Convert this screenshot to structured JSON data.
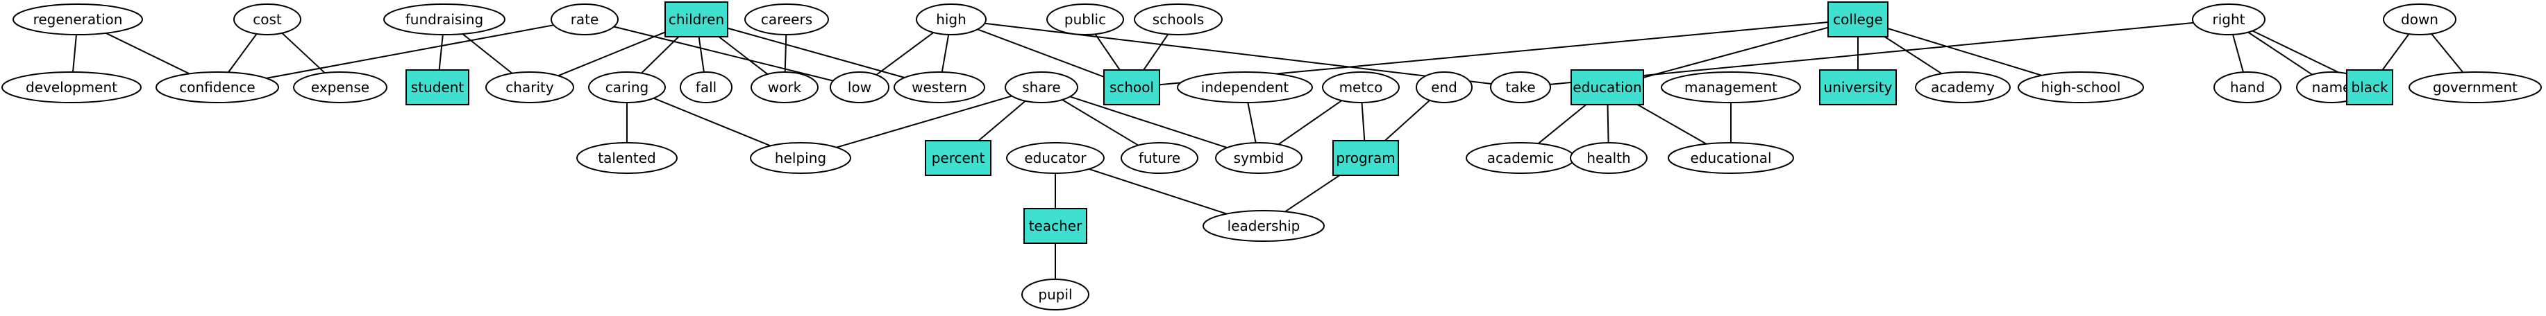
{
  "graph": {
    "nodes": [
      {
        "id": "regeneration",
        "label": "regeneration",
        "shape": "ellipse"
      },
      {
        "id": "cost",
        "label": "cost",
        "shape": "ellipse"
      },
      {
        "id": "fundraising",
        "label": "fundraising",
        "shape": "ellipse"
      },
      {
        "id": "rate",
        "label": "rate",
        "shape": "ellipse"
      },
      {
        "id": "children",
        "label": "children",
        "shape": "box"
      },
      {
        "id": "careers",
        "label": "careers",
        "shape": "ellipse"
      },
      {
        "id": "high",
        "label": "high",
        "shape": "ellipse"
      },
      {
        "id": "public",
        "label": "public",
        "shape": "ellipse"
      },
      {
        "id": "schools",
        "label": "schools",
        "shape": "ellipse"
      },
      {
        "id": "college",
        "label": "college",
        "shape": "box"
      },
      {
        "id": "right",
        "label": "right",
        "shape": "ellipse"
      },
      {
        "id": "down",
        "label": "down",
        "shape": "ellipse"
      },
      {
        "id": "development",
        "label": "development",
        "shape": "ellipse"
      },
      {
        "id": "confidence",
        "label": "confidence",
        "shape": "ellipse"
      },
      {
        "id": "expense",
        "label": "expense",
        "shape": "ellipse"
      },
      {
        "id": "student",
        "label": "student",
        "shape": "box"
      },
      {
        "id": "charity",
        "label": "charity",
        "shape": "ellipse"
      },
      {
        "id": "caring",
        "label": "caring",
        "shape": "ellipse"
      },
      {
        "id": "fall",
        "label": "fall",
        "shape": "ellipse"
      },
      {
        "id": "work",
        "label": "work",
        "shape": "ellipse"
      },
      {
        "id": "low",
        "label": "low",
        "shape": "ellipse"
      },
      {
        "id": "western",
        "label": "western",
        "shape": "ellipse"
      },
      {
        "id": "share",
        "label": "share",
        "shape": "ellipse"
      },
      {
        "id": "school",
        "label": "school",
        "shape": "box"
      },
      {
        "id": "independent",
        "label": "independent",
        "shape": "ellipse"
      },
      {
        "id": "metco",
        "label": "metco",
        "shape": "ellipse"
      },
      {
        "id": "end",
        "label": "end",
        "shape": "ellipse"
      },
      {
        "id": "take",
        "label": "take",
        "shape": "ellipse"
      },
      {
        "id": "education",
        "label": "education",
        "shape": "box"
      },
      {
        "id": "management",
        "label": "management",
        "shape": "ellipse"
      },
      {
        "id": "university",
        "label": "university",
        "shape": "box"
      },
      {
        "id": "academy",
        "label": "academy",
        "shape": "ellipse"
      },
      {
        "id": "high-school",
        "label": "high-school",
        "shape": "ellipse"
      },
      {
        "id": "hand",
        "label": "hand",
        "shape": "ellipse"
      },
      {
        "id": "name",
        "label": "name",
        "shape": "ellipse"
      },
      {
        "id": "black",
        "label": "black",
        "shape": "box"
      },
      {
        "id": "government",
        "label": "government",
        "shape": "ellipse"
      },
      {
        "id": "talented",
        "label": "talented",
        "shape": "ellipse"
      },
      {
        "id": "helping",
        "label": "helping",
        "shape": "ellipse"
      },
      {
        "id": "percent",
        "label": "percent",
        "shape": "box"
      },
      {
        "id": "educator",
        "label": "educator",
        "shape": "ellipse"
      },
      {
        "id": "future",
        "label": "future",
        "shape": "ellipse"
      },
      {
        "id": "symbid",
        "label": "symbid",
        "shape": "ellipse"
      },
      {
        "id": "program",
        "label": "program",
        "shape": "box"
      },
      {
        "id": "academic",
        "label": "academic",
        "shape": "ellipse"
      },
      {
        "id": "health",
        "label": "health",
        "shape": "ellipse"
      },
      {
        "id": "educational",
        "label": "educational",
        "shape": "ellipse"
      },
      {
        "id": "teacher",
        "label": "teacher",
        "shape": "box"
      },
      {
        "id": "leadership",
        "label": "leadership",
        "shape": "ellipse"
      },
      {
        "id": "pupil",
        "label": "pupil",
        "shape": "ellipse"
      }
    ],
    "edges": [
      [
        "regeneration",
        "development"
      ],
      [
        "regeneration",
        "confidence"
      ],
      [
        "cost",
        "confidence"
      ],
      [
        "cost",
        "expense"
      ],
      [
        "fundraising",
        "student"
      ],
      [
        "fundraising",
        "charity"
      ],
      [
        "rate",
        "confidence"
      ],
      [
        "rate",
        "low"
      ],
      [
        "children",
        "charity"
      ],
      [
        "children",
        "caring"
      ],
      [
        "children",
        "fall"
      ],
      [
        "children",
        "work"
      ],
      [
        "children",
        "western"
      ],
      [
        "careers",
        "work"
      ],
      [
        "high",
        "low"
      ],
      [
        "high",
        "western"
      ],
      [
        "high",
        "school"
      ],
      [
        "high",
        "take"
      ],
      [
        "public",
        "school"
      ],
      [
        "schools",
        "school"
      ],
      [
        "college",
        "school"
      ],
      [
        "college",
        "education"
      ],
      [
        "college",
        "university"
      ],
      [
        "college",
        "academy"
      ],
      [
        "college",
        "high-school"
      ],
      [
        "right",
        "take"
      ],
      [
        "right",
        "hand"
      ],
      [
        "right",
        "name"
      ],
      [
        "right",
        "black"
      ],
      [
        "down",
        "black"
      ],
      [
        "down",
        "government"
      ],
      [
        "caring",
        "talented"
      ],
      [
        "caring",
        "helping"
      ],
      [
        "share",
        "helping"
      ],
      [
        "share",
        "percent"
      ],
      [
        "share",
        "future"
      ],
      [
        "share",
        "symbid"
      ],
      [
        "independent",
        "symbid"
      ],
      [
        "metco",
        "symbid"
      ],
      [
        "metco",
        "program"
      ],
      [
        "end",
        "program"
      ],
      [
        "education",
        "academic"
      ],
      [
        "education",
        "health"
      ],
      [
        "education",
        "educational"
      ],
      [
        "management",
        "educational"
      ],
      [
        "educator",
        "teacher"
      ],
      [
        "educator",
        "leadership"
      ],
      [
        "program",
        "leadership"
      ],
      [
        "teacher",
        "pupil"
      ]
    ]
  }
}
